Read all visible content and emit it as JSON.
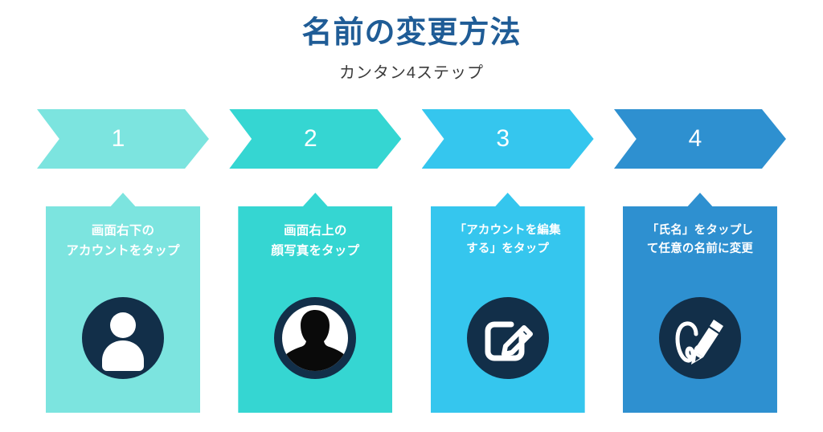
{
  "header": {
    "title": "名前の変更方法",
    "subtitle": "カンタン4ステップ",
    "title_color": "#1f5c96",
    "subtitle_color": "#3b3b3b"
  },
  "palette": {
    "step1": "#7ce4df",
    "step2": "#35d6d2",
    "step3": "#35c6ee",
    "step4": "#2e90d0",
    "icon_circle": "#122f49",
    "icon_glyph": "#ffffff",
    "background": "#ffffff"
  },
  "steps": [
    {
      "number": "1",
      "text": "画面右下の\nアカウントをタップ",
      "color": "#7ce4df",
      "icon": "user-icon"
    },
    {
      "number": "2",
      "text": "画面右上の\n顔写真をタップ",
      "color": "#35d6d2",
      "icon": "profile-photo-icon"
    },
    {
      "number": "3",
      "text": "「アカウントを編集\nする」をタップ",
      "color": "#35c6ee",
      "icon": "edit-square-pencil-icon"
    },
    {
      "number": "4",
      "text": "「氏名」をタップし\nて任意の名前に変更",
      "color": "#2e90d0",
      "icon": "signature-pen-icon"
    }
  ]
}
